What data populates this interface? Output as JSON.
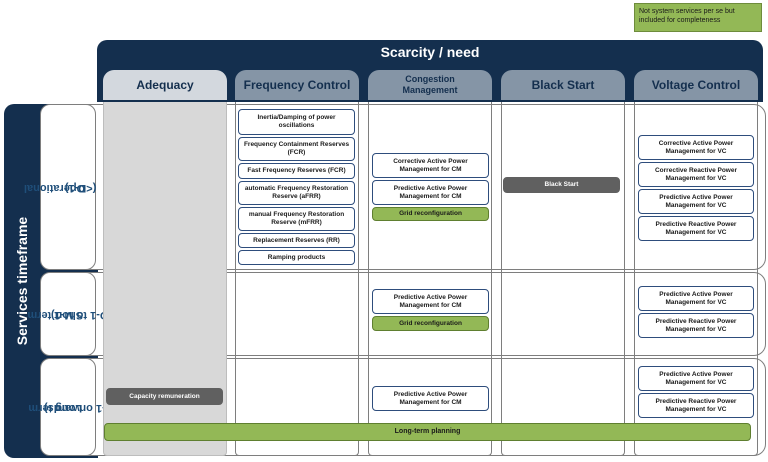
{
  "legend": {
    "text": "Not system services per se but included for completeness"
  },
  "header": {
    "title": "Scarcity / need"
  },
  "side": {
    "title": "Services timeframe"
  },
  "columns": [
    {
      "label": "Adequacy"
    },
    {
      "label": "Frequency Control"
    },
    {
      "label": "Congestion Management"
    },
    {
      "label": "Black Start"
    },
    {
      "label": "Voltage Control"
    }
  ],
  "rows": [
    {
      "label_line1": "Operational",
      "label_line2": "(<D-1)"
    },
    {
      "label_line1": "Short term",
      "label_line2": "(D-1 to M-1)"
    },
    {
      "label_line1": "Long term",
      "label_line2": "(M-1 onwards)"
    }
  ],
  "services": {
    "fc_inertia": "Inertia/Damping of power oscillations",
    "fc_fcr": "Frequency Containment Reserves (FCR)",
    "fc_fast_fcr": "Fast Frequency Reserves (FCR)",
    "fc_afrr": "automatic Frequency Restoration Reserve (aFRR)",
    "fc_mfrr": "manual Frequency Restoration Reserve (mFRR)",
    "fc_rr": "Replacement Reserves (RR)",
    "fc_ramping": "Ramping products",
    "cm_op_corrective": "Corrective Active Power Management for CM",
    "cm_op_predictive": "Predictive Active Power Management for CM",
    "cm_op_grid": "Grid reconfiguration",
    "cm_st_predictive": "Predictive Active Power Management for CM",
    "cm_st_grid": "Grid reconfiguration",
    "cm_lt_predictive": "Predictive Active Power Management for CM",
    "bs_black_start": "Black Start",
    "vc_op_corr_active": "Corrective Active Power Management for VC",
    "vc_op_corr_reactive": "Corrective Reactive Power Management for VC",
    "vc_op_pred_active": "Predictive Active Power Management for VC",
    "vc_op_pred_reactive": "Predictive Reactive Power Management for VC",
    "vc_st_pred_active": "Predictive Active Power Management for VC",
    "vc_st_pred_reactive": "Predictive Reactive Power Management for VC",
    "vc_lt_pred_active": "Predictive Active Power Management for VC",
    "vc_lt_pred_reactive": "Predictive Reactive Power Management for VC",
    "ad_capacity": "Capacity remuneration",
    "lt_planning": "Long-term planning"
  },
  "colors": {
    "navy": "#142f4e",
    "header_grey": "#8595a6",
    "green": "#93b856",
    "dark_grey": "#606060",
    "adequacy_fill": "#d8d8d8"
  }
}
